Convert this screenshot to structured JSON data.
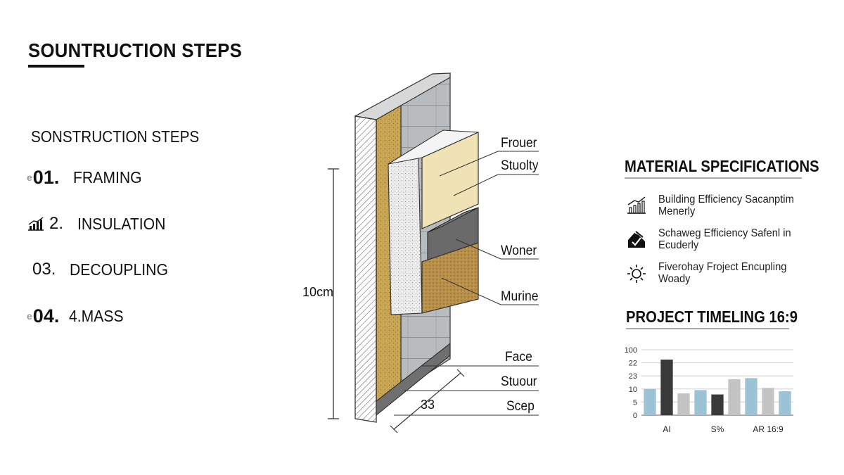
{
  "header": {
    "main_title": "SOUNTRUCTION STEPS",
    "sub_title": "SONSTRUCTION STEPS"
  },
  "steps": [
    {
      "prefix": "e",
      "number": "01.",
      "label": "FRAMING",
      "icon": "none"
    },
    {
      "prefix": "",
      "number": "2.",
      "label": "INSULATION",
      "icon": "bar-chart-icon"
    },
    {
      "prefix": "",
      "number": "03.",
      "label": "DECOUPLING",
      "icon": "none"
    },
    {
      "prefix": "e",
      "number": "04.",
      "label": "4.MASS",
      "icon": "none"
    }
  ],
  "diagram": {
    "callouts": [
      "Frouer",
      "Stuolty",
      "Woner",
      "Murine",
      "Face",
      "Stuour",
      "Scep"
    ],
    "height_label": "10cm",
    "width_label": "33"
  },
  "specs": {
    "title": "MATERIAL SPECIFICATIONS",
    "items": [
      {
        "icon": "growth-chart-icon",
        "line1": "Building Efficiency Sacanptim",
        "line2": "Menerly"
      },
      {
        "icon": "shield-check-icon",
        "line1": "Schaweg Efficiency Safenl in",
        "line2": "Ecuderly"
      },
      {
        "icon": "sun-gear-icon",
        "line1": "Fiverohay Froject Encupling",
        "line2": "Woady"
      }
    ]
  },
  "timeline": {
    "title": "PROJECT TIMELING 16:9"
  },
  "colors": {
    "wood": "#c8a14e",
    "insulation": "#efe2b4",
    "concrete": "#b9bcbf",
    "dark_block": "#6a6a6a",
    "cork": "#b8904a",
    "bar_blue": "#9cc3d5",
    "bar_dark": "#3a3a3a",
    "bar_gray": "#c4c4c4"
  },
  "chart_data": {
    "type": "bar",
    "y_tick_labels": [
      "100",
      "22",
      "23",
      "10",
      "5",
      "0"
    ],
    "x_tick_labels": [
      "AI",
      "S%",
      "AR 16:9"
    ],
    "ylim": [
      0,
      6
    ],
    "grid": true,
    "values": [
      2.4,
      5.1,
      2.0,
      2.3,
      1.9,
      3.3,
      3.4,
      2.5,
      2.2
    ],
    "bar_colors": [
      "blue",
      "dark",
      "gray",
      "blue",
      "dark",
      "gray",
      "blue",
      "gray",
      "blue"
    ]
  }
}
